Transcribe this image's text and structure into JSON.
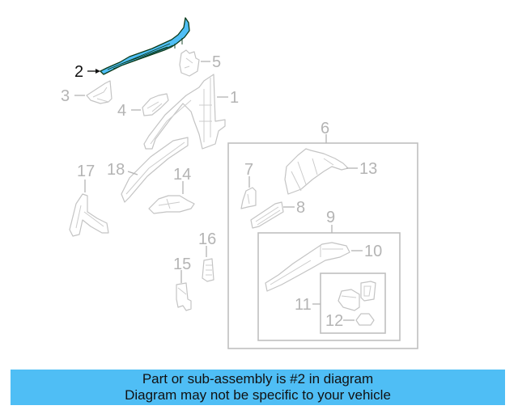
{
  "diagram": {
    "highlighted_part": "2",
    "highlight_color": "#4fbef5",
    "callouts": [
      {
        "id": "1",
        "label": "1"
      },
      {
        "id": "2",
        "label": "2"
      },
      {
        "id": "3",
        "label": "3"
      },
      {
        "id": "4",
        "label": "4"
      },
      {
        "id": "5",
        "label": "5"
      },
      {
        "id": "6",
        "label": "6"
      },
      {
        "id": "7",
        "label": "7"
      },
      {
        "id": "8",
        "label": "8"
      },
      {
        "id": "9",
        "label": "9"
      },
      {
        "id": "10",
        "label": "10"
      },
      {
        "id": "11",
        "label": "11"
      },
      {
        "id": "12",
        "label": "12"
      },
      {
        "id": "13",
        "label": "13"
      },
      {
        "id": "14",
        "label": "14"
      },
      {
        "id": "15",
        "label": "15"
      },
      {
        "id": "16",
        "label": "16"
      },
      {
        "id": "17",
        "label": "17"
      },
      {
        "id": "18",
        "label": "18"
      }
    ]
  },
  "banner": {
    "line1": "Part or sub-assembly is #2 in diagram",
    "line2": "Diagram may not be specific to your vehicle",
    "background": "#4fbef5"
  }
}
